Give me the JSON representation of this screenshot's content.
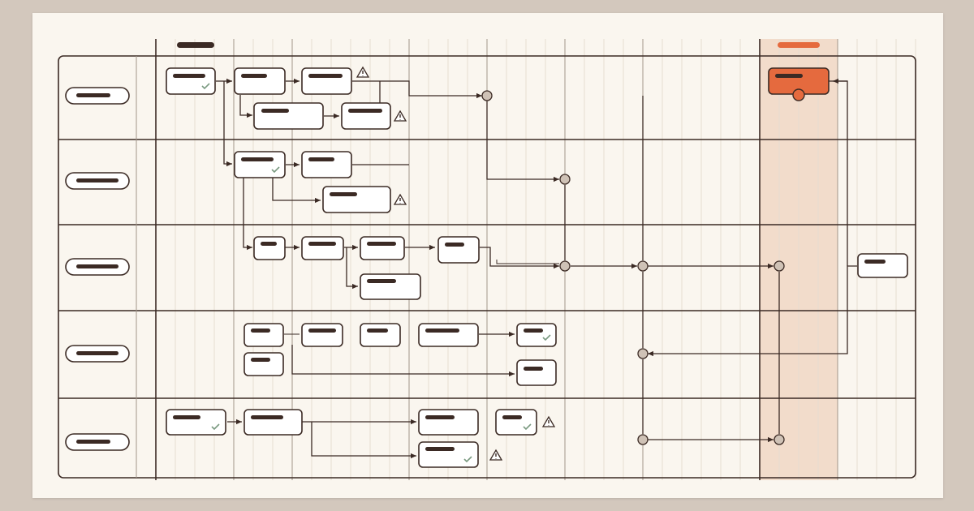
{
  "colors": {
    "background": "#d3c8bd",
    "sheet": "#faf6ef",
    "ink": "#3b2a24",
    "accent": "#e56a3e",
    "accent_band": "#f2dccb",
    "check": "#7a9a80",
    "milestone_fill": "#cfc2b6"
  },
  "legend": {
    "current_period_marker": "accent"
  },
  "lanes": [
    {
      "label": ""
    },
    {
      "label": ""
    },
    {
      "label": ""
    },
    {
      "label": ""
    },
    {
      "label": ""
    }
  ],
  "tasks": [
    {
      "id": "t1",
      "lane": 1,
      "status": "done",
      "label": ""
    },
    {
      "id": "t2",
      "lane": 1,
      "status": "open",
      "label": ""
    },
    {
      "id": "t3",
      "lane": 1,
      "status": "warning",
      "label": ""
    },
    {
      "id": "t4",
      "lane": 1,
      "status": "open",
      "label": ""
    },
    {
      "id": "t5",
      "lane": 1,
      "status": "warning",
      "label": ""
    },
    {
      "id": "t6",
      "lane": 2,
      "status": "done",
      "label": ""
    },
    {
      "id": "t7",
      "lane": 2,
      "status": "open",
      "label": ""
    },
    {
      "id": "t8",
      "lane": 2,
      "status": "warning",
      "label": ""
    },
    {
      "id": "t9",
      "lane": 3,
      "status": "open",
      "label": ""
    },
    {
      "id": "t10",
      "lane": 3,
      "status": "open",
      "label": ""
    },
    {
      "id": "t11",
      "lane": 3,
      "status": "open",
      "label": ""
    },
    {
      "id": "t12",
      "lane": 3,
      "status": "open",
      "label": ""
    },
    {
      "id": "t13",
      "lane": 3,
      "status": "open",
      "label": ""
    },
    {
      "id": "t14",
      "lane": 4,
      "status": "open",
      "label": ""
    },
    {
      "id": "t15",
      "lane": 4,
      "status": "open",
      "label": ""
    },
    {
      "id": "t16",
      "lane": 4,
      "status": "open",
      "label": ""
    },
    {
      "id": "t17",
      "lane": 4,
      "status": "open",
      "label": ""
    },
    {
      "id": "t18",
      "lane": 4,
      "status": "done",
      "label": ""
    },
    {
      "id": "t19",
      "lane": 4,
      "status": "open",
      "label": ""
    },
    {
      "id": "t20",
      "lane": 4,
      "status": "open",
      "label": ""
    },
    {
      "id": "t21",
      "lane": 5,
      "status": "done",
      "label": ""
    },
    {
      "id": "t22",
      "lane": 5,
      "status": "open",
      "label": ""
    },
    {
      "id": "t23",
      "lane": 5,
      "status": "open",
      "label": ""
    },
    {
      "id": "t24",
      "lane": 5,
      "status": "done",
      "label": ""
    },
    {
      "id": "t25",
      "lane": 5,
      "status": "done",
      "label": ""
    },
    {
      "id": "t26",
      "lane": 5,
      "status": "warning",
      "label": ""
    },
    {
      "id": "t27",
      "lane": 0,
      "status": "highlight",
      "label": ""
    },
    {
      "id": "t28",
      "lane": 3,
      "status": "open",
      "label": ""
    }
  ],
  "milestones": [
    {
      "id": "m1"
    },
    {
      "id": "m2"
    },
    {
      "id": "m3"
    },
    {
      "id": "m4"
    },
    {
      "id": "m5"
    },
    {
      "id": "m6"
    },
    {
      "id": "m7"
    },
    {
      "id": "m8"
    },
    {
      "id": "m9"
    },
    {
      "id": "m10"
    }
  ]
}
